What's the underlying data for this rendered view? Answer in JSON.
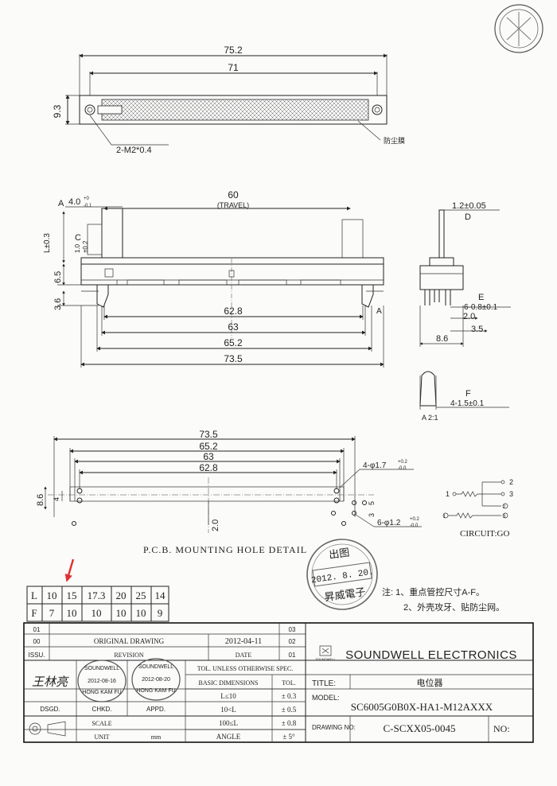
{
  "top_view": {
    "dim_overall": "75.2",
    "dim_inner": "71",
    "dim_height": "9.3",
    "screw_note": "2-M2*0.4",
    "dust_label": "防尘膜"
  },
  "front_view": {
    "a_label": "A",
    "a_dim": "4.0",
    "a_tol_top": "+0",
    "a_tol_bot": "-0.1",
    "travel": "60",
    "travel_label": "(TRAVEL)",
    "c_label": "C",
    "c_dim": "1.0",
    "c_tol": "±0.2",
    "dim_l": "L±0.3",
    "dim_65": "6.5",
    "dim_36": "3.6",
    "dim_628": "62.8",
    "dim_63": "63",
    "dim_652": "65.2",
    "dim_735": "73.5",
    "a_marker": "A"
  },
  "side_view": {
    "d_dim": "1.2±0.05",
    "d_label": "D",
    "e_label": "E",
    "e_dim": "6-0.8±0.1",
    "dim_20": "2.0",
    "dim_35": "3.5",
    "dim_86": "8.6"
  },
  "detail_a": {
    "f_label": "F",
    "f_dim": "4-1.5±0.1",
    "scale": "A 2:1"
  },
  "pcb_view": {
    "dim_735": "73.5",
    "dim_652": "65.2",
    "dim_63": "63",
    "dim_628": "62.8",
    "hole_note": "4-φ1.7",
    "hole_tol_top": "+0.2",
    "hole_tol_bot": "-0.0",
    "pin_note": "6-φ1.2",
    "pin_tol_top": "+0.2",
    "pin_tol_bot": "-0.0",
    "dim_86": "8.6",
    "dim_4": "4",
    "dim_20": "2.0",
    "dim_5": "5",
    "dim_3": "3",
    "caption": "P.C.B.  MOUNTING HOLE DETAIL"
  },
  "circuit": {
    "pin1": "1",
    "pin2": "2",
    "pin3": "3",
    "pin1b": "1",
    "pin2b": "2",
    "pin3b": "3",
    "label": "CIRCUIT:GO"
  },
  "stamp_top": {
    "top": "出图",
    "date": "2012. 8. 20.",
    "bottom": "昇威電子"
  },
  "notes": {
    "n1": "注: 1、重点管控尺寸A-F。",
    "n2": "2、外壳攻牙、贴防尘网。"
  },
  "length_table": {
    "headers": [
      "L",
      "F"
    ],
    "l_values": [
      "10",
      "15",
      "17.3",
      "20",
      "25",
      "14"
    ],
    "f_values": [
      "7",
      "10",
      "10",
      "10",
      "10",
      "9"
    ]
  },
  "revision": {
    "rows": [
      {
        "no": "01",
        "desc": "",
        "date": "",
        "sheet": "03"
      },
      {
        "no": "00",
        "desc": "ORIGINAL  DRAWING",
        "date": "2012-04-11",
        "sheet": "02"
      }
    ],
    "issu": "ISSU.",
    "revision_label": "REVISION",
    "date_label": "DATE",
    "col_01": "01"
  },
  "signatures": {
    "dsgd_label": "DSGD.",
    "chkd_label": "CHKD.",
    "appd_label": "APPD.",
    "sign_dsgd": "王林亮",
    "stamp1_top": "SOUNDWELL",
    "stamp1_date": "2012-08-16",
    "stamp1_name": "HONG KAM FU",
    "stamp2_top": "SOUNDWELL",
    "stamp2_date": "2012-08-20",
    "stamp2_name": "HONG KAM FU"
  },
  "tolerance": {
    "header": "TOL. UNLESS OTHERWISE SPEC.",
    "basic": "BASIC DIMENSIONS",
    "tol": "TOL.",
    "rows": [
      {
        "range": "L≤10",
        "val": "± 0.3"
      },
      {
        "range": "10<L",
        "val": "± 0.5"
      },
      {
        "range": "100≤L",
        "val": "± 0.8"
      },
      {
        "range": "ANGLE",
        "val": "± 5°"
      }
    ],
    "scale_label": "SCALE",
    "unit_label": "UNIT",
    "unit_value": "mm"
  },
  "title_block": {
    "company": "SOUNDWELL ELECTRONICS",
    "logo_text": "SOUNDWELL",
    "title_label": "TITLE:",
    "title_value": "电位器",
    "model_label": "MODEL:",
    "model_value": "SC6005G0B0X-HA1-M12AXXX",
    "drawing_label": "DRAWING NO:",
    "drawing_value": "C-SCXX05-0045",
    "no_label": "NO:"
  },
  "colors": {
    "ink": "#222222",
    "arrow": "#e03030",
    "stamp": "#555555",
    "paper": "#fbfbfa"
  }
}
